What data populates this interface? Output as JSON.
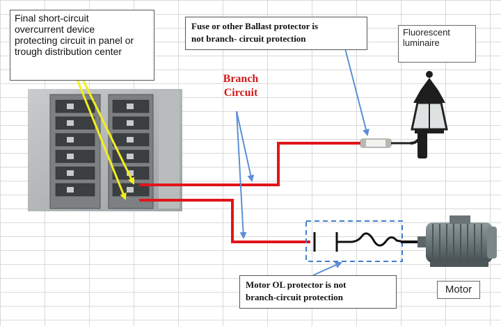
{
  "labels": {
    "final_device": [
      "Final short-circuit",
      "overcurrent device",
      "protecting circuit in panel or",
      "trough distribution center"
    ],
    "fuse_note": [
      "Fuse or other Ballast protector is",
      "not branch- circuit protection"
    ],
    "branch_circuit": [
      "Branch",
      "Circuit"
    ],
    "luminaire": [
      "Fluorescent",
      "luminaire"
    ],
    "motor_ol_note": [
      "Motor OL protector is not",
      "branch-circuit protection"
    ],
    "motor": "Motor"
  },
  "colors": {
    "wire": "#e0151a",
    "arrow_blue": "#5b8fd6",
    "arrow_yellow": "#f2ef1e",
    "dashed_box": "#3f7fcf",
    "branch_text": "#d11a1a"
  },
  "icons": {
    "panel": "breaker-panel-photo",
    "luminaire": "wall-lantern-icon",
    "motor": "electric-motor-icon",
    "fuse": "fuse-icon",
    "overload": "motor-overload-symbol"
  }
}
